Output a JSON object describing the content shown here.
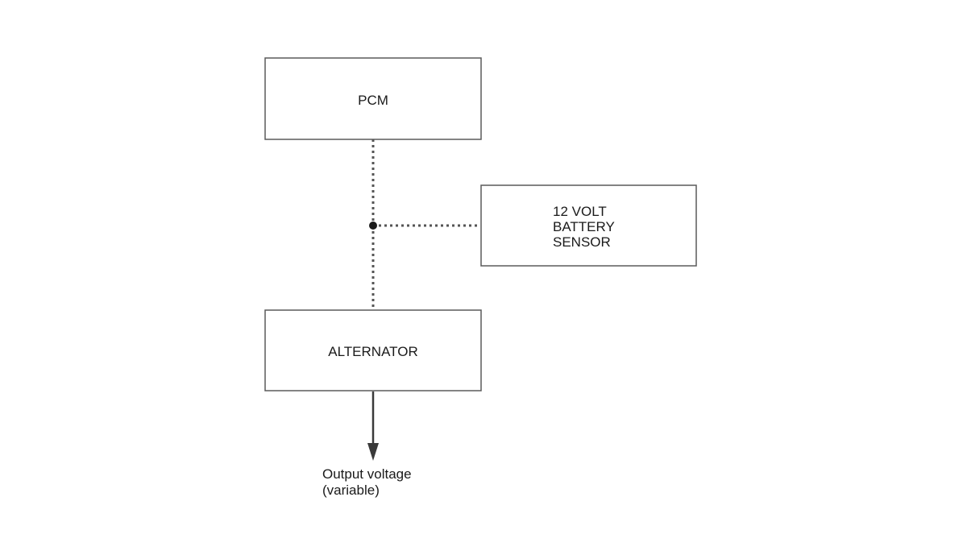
{
  "blocks": {
    "pcm": {
      "label": "PCM"
    },
    "battery_sensor": {
      "lines": [
        "12 VOLT",
        "BATTERY",
        "SENSOR"
      ]
    },
    "alternator": {
      "label": "ALTERNATOR"
    }
  },
  "output": {
    "lines": [
      "Output voltage",
      "(variable)"
    ]
  },
  "colors": {
    "box_stroke": "#5a5a5a",
    "dotted_line": "#555555",
    "junction": "#1a1a1a",
    "arrow": "#3a3a3a",
    "text": "#1a1a1a"
  }
}
